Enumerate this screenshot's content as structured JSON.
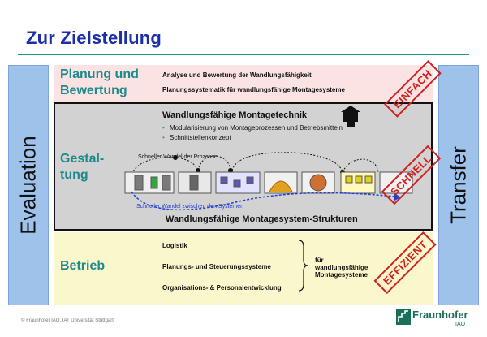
{
  "title": "Zur Zielstellung",
  "left_bar": "Evaluation",
  "right_bar": "Transfer",
  "planung": {
    "heading_line1": "Planung und",
    "heading_line2": "Bewertung",
    "items": [
      "Analyse und Bewertung der Wandlungsfähigkeit",
      "Planungssystematik für wandlungsfähige Montagesysteme"
    ]
  },
  "gestaltung": {
    "heading_line1": "Gestal-",
    "heading_line2": "tung",
    "box_title": "Wandlungsfähige Montagetechnik",
    "bullets": [
      "Modularisierung von Montageprozessen und Betriebsmitteln",
      "Schnittstellenkonzept"
    ],
    "process_label": "Schneller Wandel der Prozesse",
    "system_label": "Schneller Wandel zwischen den Systemen",
    "bottom_title": "Wandlungsfähige Montagesystem-Strukturen"
  },
  "betrieb": {
    "heading": "Betrieb",
    "items": [
      "Logistik",
      "Planungs- und Steuerungssysteme",
      "Organisations- & Personalentwicklung"
    ],
    "brace_line1": "für",
    "brace_line2": "wandlungsfähige",
    "brace_line3": "Montagesysteme"
  },
  "stamps": {
    "top": "EINFACH",
    "mid": "SCHNELL",
    "bottom": "EFFIZIENT"
  },
  "footer": "© Fraunhofer IAO, IAT Universität Stuttgart",
  "logo": {
    "name": "Fraunhofer",
    "sub": "IAO"
  },
  "colors": {
    "title": "#1a2fa8",
    "heading": "#1d8a8c",
    "stamp": "#d22020",
    "side": "#9ec2ea",
    "band_top": "#fbe3e3",
    "band_bottom": "#fbf7cc",
    "mid_box": "#d2d2d2",
    "system_arrow": "#1f3fd0"
  }
}
